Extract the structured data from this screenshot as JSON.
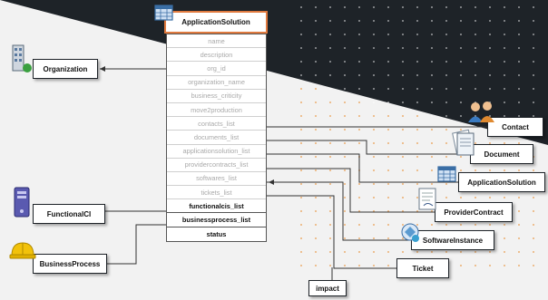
{
  "main_class": {
    "title": "ApplicationSolution",
    "attributes": [
      {
        "name": "name",
        "bold": false
      },
      {
        "name": "description",
        "bold": false
      },
      {
        "name": "org_id",
        "bold": false
      },
      {
        "name": "organization_name",
        "bold": false
      },
      {
        "name": "business_criticity",
        "bold": false
      },
      {
        "name": "move2production",
        "bold": false
      },
      {
        "name": "contacts_list",
        "bold": false
      },
      {
        "name": "documents_list",
        "bold": false
      },
      {
        "name": "applicationsolution_list",
        "bold": false
      },
      {
        "name": "providercontracts_list",
        "bold": false
      },
      {
        "name": "softwares_list",
        "bold": false
      },
      {
        "name": "tickets_list",
        "bold": false
      },
      {
        "name": "functionalcis_list",
        "bold": true
      },
      {
        "name": "businessprocess_list",
        "bold": true
      },
      {
        "name": "status",
        "bold": true
      }
    ]
  },
  "related": {
    "organization": "Organization",
    "contact": "Contact",
    "document": "Document",
    "applicationsolution": "ApplicationSolution",
    "providercontract": "ProviderContract",
    "softwareinstance": "SoftwareInstance",
    "ticket": "Ticket",
    "functionalci": "FunctionalCI",
    "businessprocess": "BusinessProcess",
    "impact": "impact"
  },
  "colors": {
    "dark_background": "#1e2328",
    "dot_accent": "#e8913a",
    "title_border": "#e07a3f"
  }
}
